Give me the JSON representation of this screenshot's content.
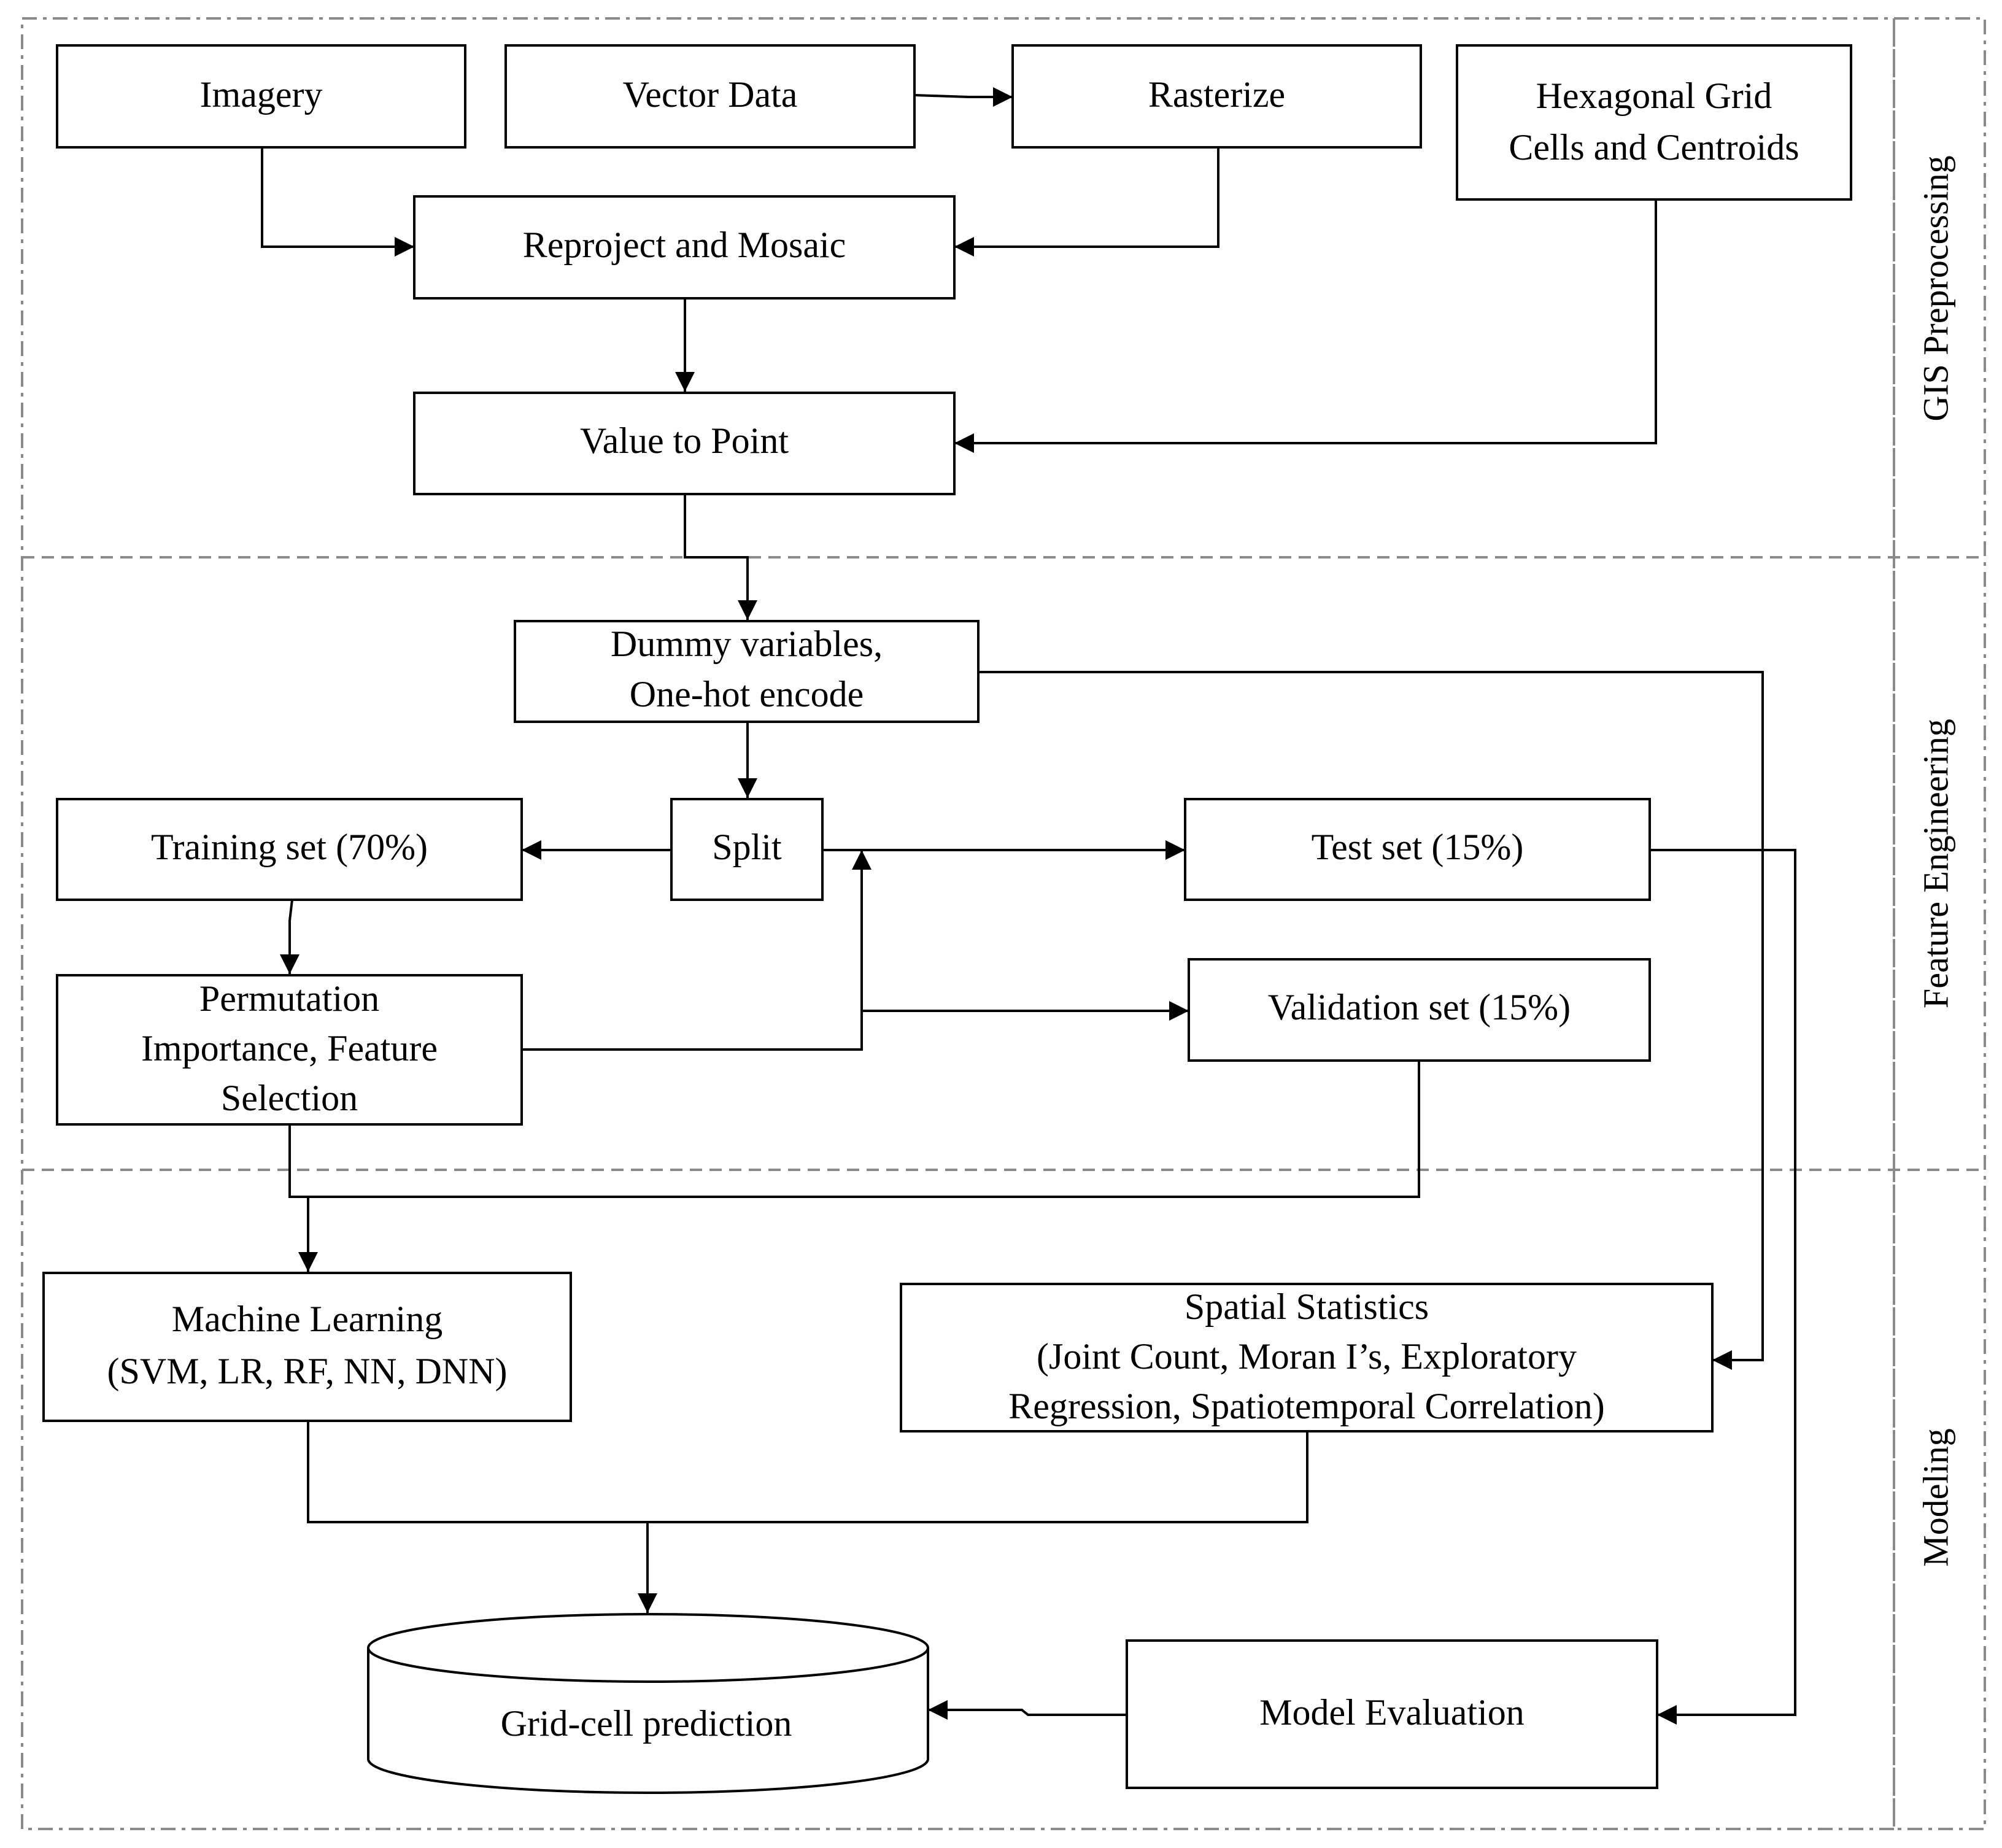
{
  "sections": {
    "gis_preprocessing": "GIS Preprocessing",
    "feature_engineering": "Feature Engineering",
    "modeling": "Modeling"
  },
  "nodes": {
    "imagery": [
      "Imagery"
    ],
    "vector_data": [
      "Vector Data"
    ],
    "rasterize": [
      "Rasterize"
    ],
    "hexagonal_grid": [
      "Hexagonal Grid",
      "Cells and Centroids"
    ],
    "reproject_mosaic": [
      "Reproject and Mosaic"
    ],
    "value_to_point": [
      "Value to Point"
    ],
    "dummy_variables": [
      "Dummy variables,",
      "One-hot encode"
    ],
    "split": [
      "Split"
    ],
    "training_set": [
      "Training set (70%)"
    ],
    "test_set": [
      "Test set (15%)"
    ],
    "permutation": [
      "Permutation",
      "Importance, Feature",
      "Selection"
    ],
    "validation_set": [
      "Validation set (15%)"
    ],
    "machine_learning": [
      "Machine Learning",
      "(SVM, LR, RF, NN, DNN)"
    ],
    "spatial_statistics": [
      "Spatial Statistics",
      "(Joint Count, Moran I’s, Exploratory",
      "Regression, Spatiotemporal Correlation)"
    ],
    "grid_cell_prediction": [
      "Grid-cell prediction"
    ],
    "model_evaluation": [
      "Model Evaluation"
    ]
  }
}
